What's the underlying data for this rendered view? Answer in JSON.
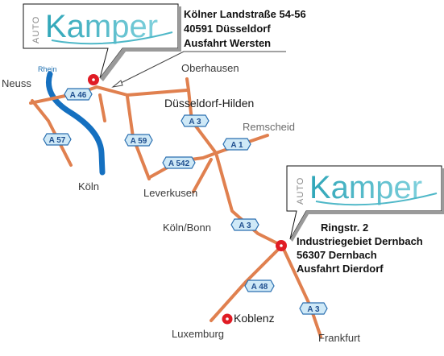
{
  "brand": {
    "prefix": "AUTO",
    "name": "Kamper"
  },
  "locations": {
    "duesseldorf": {
      "lines": [
        "Kölner Landstraße 54-56",
        "40591 Düsseldorf",
        "Ausfahrt Wersten"
      ]
    },
    "dernbach": {
      "lines": [
        "Ringstr. 2",
        "Industriegebiet Dernbach",
        "56307 Dernbach",
        "Ausfahrt Dierdorf"
      ]
    }
  },
  "cities": {
    "neuss": "Neuss",
    "oberhausen": "Oberhausen",
    "hilden": "Düsseldorf-Hilden",
    "remscheid": "Remscheid",
    "koeln": "Köln",
    "leverkusen": "Leverkusen",
    "koelnbonn": "Köln/Bonn",
    "koblenz": "Koblenz",
    "luxemburg": "Luxemburg",
    "frankfurt": "Frankfurt"
  },
  "river": {
    "name": "Rhein"
  },
  "highways": {
    "a46": "A 46",
    "a57": "A 57",
    "a59": "A 59",
    "a3_north": "A 3",
    "a1": "A 1",
    "a542": "A 542",
    "a3_mid": "A 3",
    "a48": "A 48",
    "a3_south": "A 3"
  },
  "colors": {
    "road": "#e0804f",
    "river": "#1570c0",
    "marker": "#e01b24",
    "sign_fill": "#cfe9f7",
    "sign_border": "#2a6fb0",
    "brand": "#3bb3c3"
  }
}
